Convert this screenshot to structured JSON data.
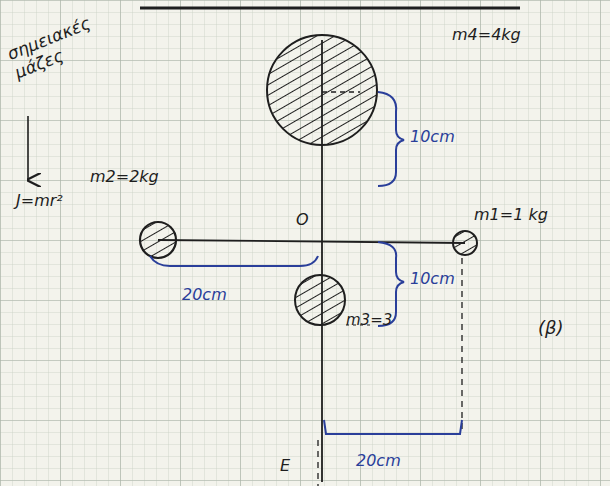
{
  "diagram": {
    "labels": [
      "σημειακές μάζες",
      "m4=4kg",
      "10cm",
      "m2=2kg",
      "O",
      "m1=1 kg",
      "J=mr²",
      "20cm",
      "10cm",
      "m3=3",
      "(β)",
      "E",
      "20cm"
    ]
  }
}
